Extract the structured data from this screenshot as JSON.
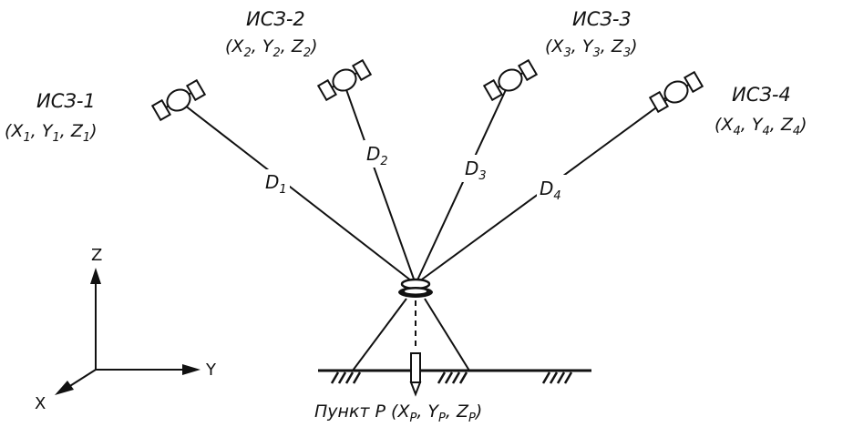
{
  "satellites": [
    {
      "name": "ИСЗ-1",
      "x": "X",
      "xs": "1",
      "y": "Y",
      "ys": "1",
      "z": "Z",
      "zs": "1"
    },
    {
      "name": "ИСЗ-2",
      "x": "X",
      "xs": "2",
      "y": "Y",
      "ys": "2",
      "z": "Z",
      "zs": "2"
    },
    {
      "name": "ИСЗ-3",
      "x": "X",
      "xs": "3",
      "y": "Y",
      "ys": "3",
      "z": "Z",
      "zs": "3"
    },
    {
      "name": "ИСЗ-4",
      "x": "X",
      "xs": "4",
      "y": "Y",
      "ys": "4",
      "z": "Z",
      "zs": "4"
    }
  ],
  "distances": [
    {
      "letter": "D",
      "sub": "1"
    },
    {
      "letter": "D",
      "sub": "2"
    },
    {
      "letter": "D",
      "sub": "3"
    },
    {
      "letter": "D",
      "sub": "4"
    }
  ],
  "axes": {
    "z": "Z",
    "y": "Y",
    "x": "X"
  },
  "point": {
    "prefix": "Пункт P (",
    "x": "X",
    "xs": "P",
    "y": "Y",
    "ys": "P",
    "z": "Z",
    "zs": "P",
    "suffix": ")"
  },
  "punct": {
    "comma": ", ",
    "open": "(",
    "close": ")"
  },
  "colors": {
    "ink": "#111111",
    "background": "#ffffff"
  }
}
